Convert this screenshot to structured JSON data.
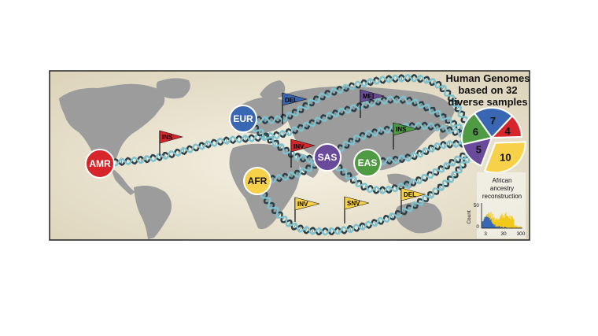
{
  "title_lines": [
    "Human Genomes",
    "based on 32",
    "diverse samples"
  ],
  "populations": [
    {
      "id": "amr",
      "label": "AMR",
      "color": "#d7262b"
    },
    {
      "id": "eur",
      "label": "EUR",
      "color": "#3a67b3"
    },
    {
      "id": "afr",
      "label": "AFR",
      "color": "#f7d14a"
    },
    {
      "id": "sas",
      "label": "SAS",
      "color": "#6a4a9b"
    },
    {
      "id": "eas",
      "label": "EAS",
      "color": "#4f9b43"
    }
  ],
  "flags": [
    {
      "id": "ins-1",
      "label": "INS",
      "color": "#d7262b"
    },
    {
      "id": "del-1",
      "label": "DEL",
      "color": "#3a67b3"
    },
    {
      "id": "mei",
      "label": "MEI",
      "color": "#6a4a9b"
    },
    {
      "id": "inv-1",
      "label": "INV",
      "color": "#d7262b"
    },
    {
      "id": "ins-2",
      "label": "INS",
      "color": "#4f9b43"
    },
    {
      "id": "inv-2",
      "label": "INV",
      "color": "#f7d14a"
    },
    {
      "id": "snv",
      "label": "SNV",
      "color": "#f7d14a"
    },
    {
      "id": "del-2",
      "label": "DEL",
      "color": "#f7d14a"
    }
  ],
  "pie": {
    "slices": [
      {
        "label": "7",
        "value": 7,
        "color": "#3a67b3"
      },
      {
        "label": "4",
        "value": 4,
        "color": "#d7262b"
      },
      {
        "label": "10",
        "value": 10,
        "color": "#f7d14a"
      },
      {
        "label": "5",
        "value": 5,
        "color": "#6a4a9b"
      },
      {
        "label": "6",
        "value": 6,
        "color": "#4f9b43"
      }
    ]
  },
  "inset": {
    "caption_lines": [
      "African",
      "ancestry",
      "reconstruction"
    ],
    "ylabel": "Count",
    "yticks": [
      "50",
      "0"
    ],
    "xticks": [
      "3",
      "30",
      "300"
    ]
  },
  "colors": {
    "background": "#ece6d3",
    "land": "#9a9a9a",
    "helix": "#7dc3cf",
    "helix_dark": "#2b3f49",
    "frame": "#222222"
  }
}
